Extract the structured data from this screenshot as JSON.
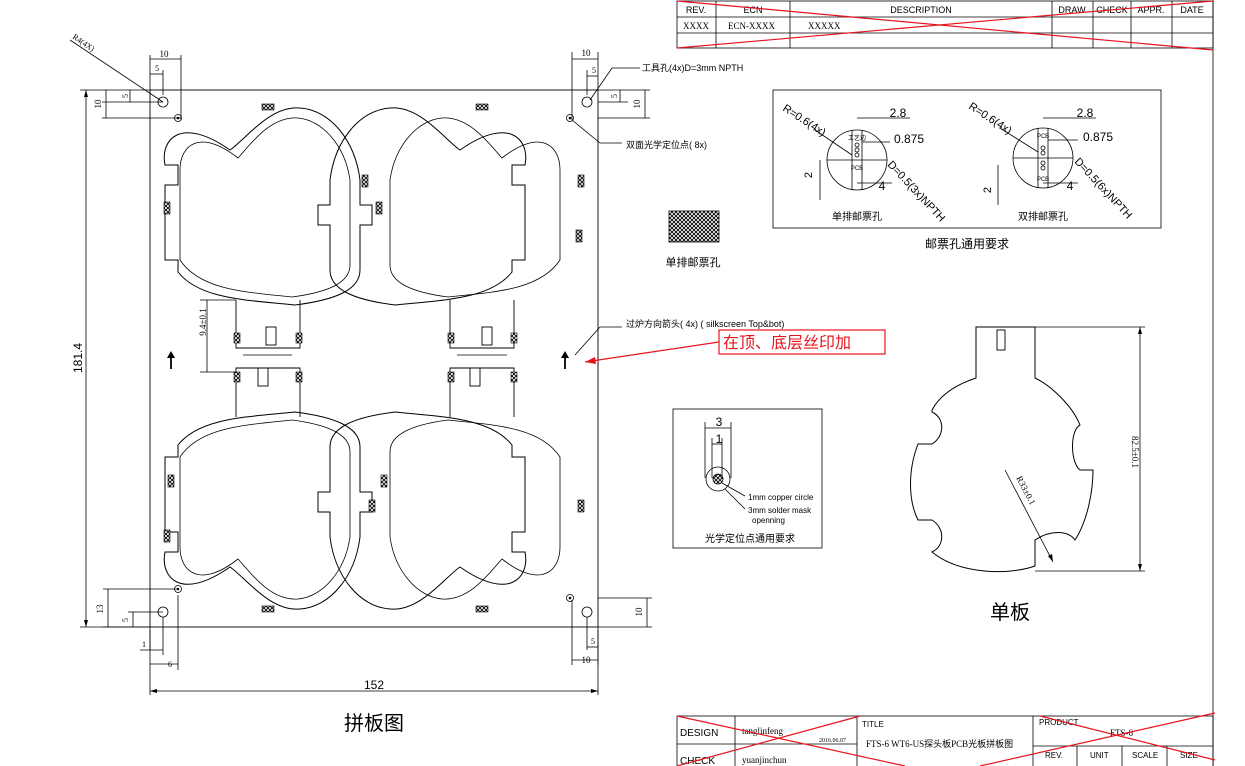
{
  "revision_table": {
    "headers": [
      "REV.",
      "ECN",
      "DESCRIPTION",
      "DRAW",
      "CHECK",
      "APPR.",
      "DATE"
    ],
    "row": [
      "XXXX",
      "ECN-XXXX",
      "XXXXX"
    ]
  },
  "panel": {
    "radius_note": "R4(4X)",
    "tooling_hole_note": "工具孔(4x)D=3mm NPTH",
    "fiducial_note": "双面光学定位点( 8x)",
    "arrow_note": "过炉方向箭头(  4x)  (  silkscreen Top&bot)",
    "arrow_note_red": "在顶、底层丝印加",
    "dim_width": "152",
    "dim_height": "181.4",
    "dim_gap": "9.4±0.1",
    "small_dims": {
      "tl_10": "10",
      "tl_5": "5",
      "tl_10v": "10",
      "tl_5v": "5",
      "tr_10": "10",
      "tr_5": "5",
      "tr_10v": "10",
      "tr_5v": "5",
      "bl_13": "13",
      "bl_5": "5",
      "bl_1": "1",
      "bl_6": "6",
      "br_10v": "10",
      "br_5": "5",
      "br_10": "10"
    },
    "caption": "拼板图"
  },
  "stamp_hole": {
    "label": "单排邮票孔",
    "detail_title": "邮票孔通用要求",
    "single": {
      "r": "R=0.6(4x)",
      "d28": "2.8",
      "d0875": "0.875",
      "d2": "2",
      "d4": "4",
      "npth": "D=0.5(3x)NPTH",
      "pcb": "PCB",
      "fixture": "工艺边",
      "label": "单排邮票孔"
    },
    "double": {
      "r": "R=0.6(4x)",
      "d28": "2.8",
      "d0875": "0.875",
      "d2": "2",
      "d4": "4",
      "npth": "D=0.5(6x)NPTH",
      "pcb_top": "PCB",
      "pcb_bot": "PCB",
      "label": "双排邮票孔"
    }
  },
  "fiducial_detail": {
    "d3": "3",
    "d1": "1",
    "copper": "1mm copper circle",
    "mask1": "3mm solder mask",
    "mask2": "openning",
    "title": "光学定位点通用要求"
  },
  "single_board": {
    "dim_height": "82.5±0.1",
    "radius": "R33±0.1",
    "caption": "单板"
  },
  "title_block": {
    "design_label": "DESIGN",
    "check_label": "CHECK",
    "designer": "tanglinfeng",
    "date": "2016.06.07",
    "checker": "yuanjinchun",
    "title_label": "TITLE",
    "title_value": "FTS-6 WT6-US探头板PCB光板拼板图",
    "product_label": "PRODUCT",
    "product_value": "FTS-6",
    "rev_label": "REV.",
    "unit_label": "UNIT",
    "scale_label": "SCALE",
    "size_label": "SIZE"
  }
}
